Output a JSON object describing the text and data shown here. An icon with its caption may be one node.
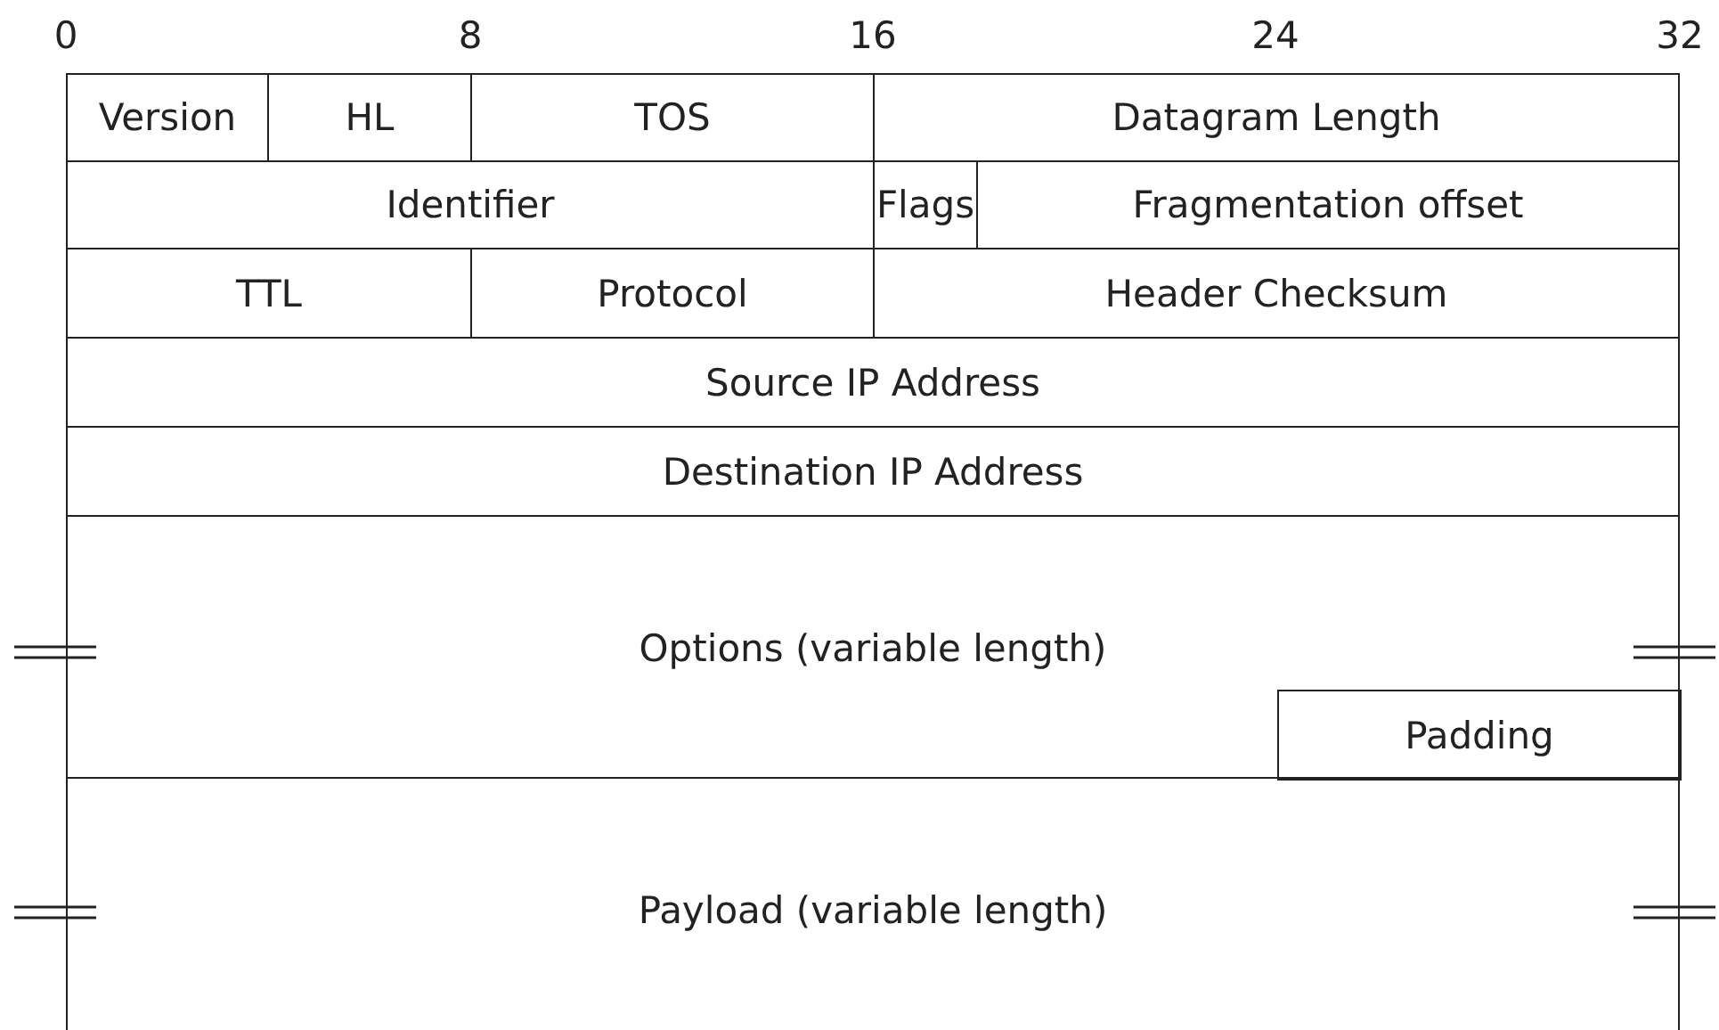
{
  "diagram": {
    "nodes": [
      {
        "text": [
          "Version"
        ]
      },
      {
        "text": [
          "HL"
        ]
      },
      {
        "text": [
          "TOS"
        ]
      },
      {
        "text": [
          "Datagram Length"
        ]
      },
      {
        "text": [
          "Identifier"
        ]
      },
      {
        "text": [
          "Flags"
        ]
      },
      {
        "text": [
          "Fragmentation offset"
        ]
      },
      {
        "text": [
          "TTL"
        ]
      },
      {
        "text": [
          "Protocol"
        ]
      },
      {
        "text": [
          "Header Checksum"
        ]
      },
      {
        "text": [
          "Source IP Address"
        ]
      },
      {
        "text": [
          "Destination IP Address"
        ]
      },
      {
        "text": [
          "Options (variable length)"
        ]
      },
      {
        "text": [
          "Padding"
        ],
        "in": 12
      },
      {
        "text": [
          "Payload (variable length)"
        ]
      }
    ],
    "edges": [],
    "labels": [
      "0",
      "8",
      "16",
      "24",
      "32"
    ]
  }
}
